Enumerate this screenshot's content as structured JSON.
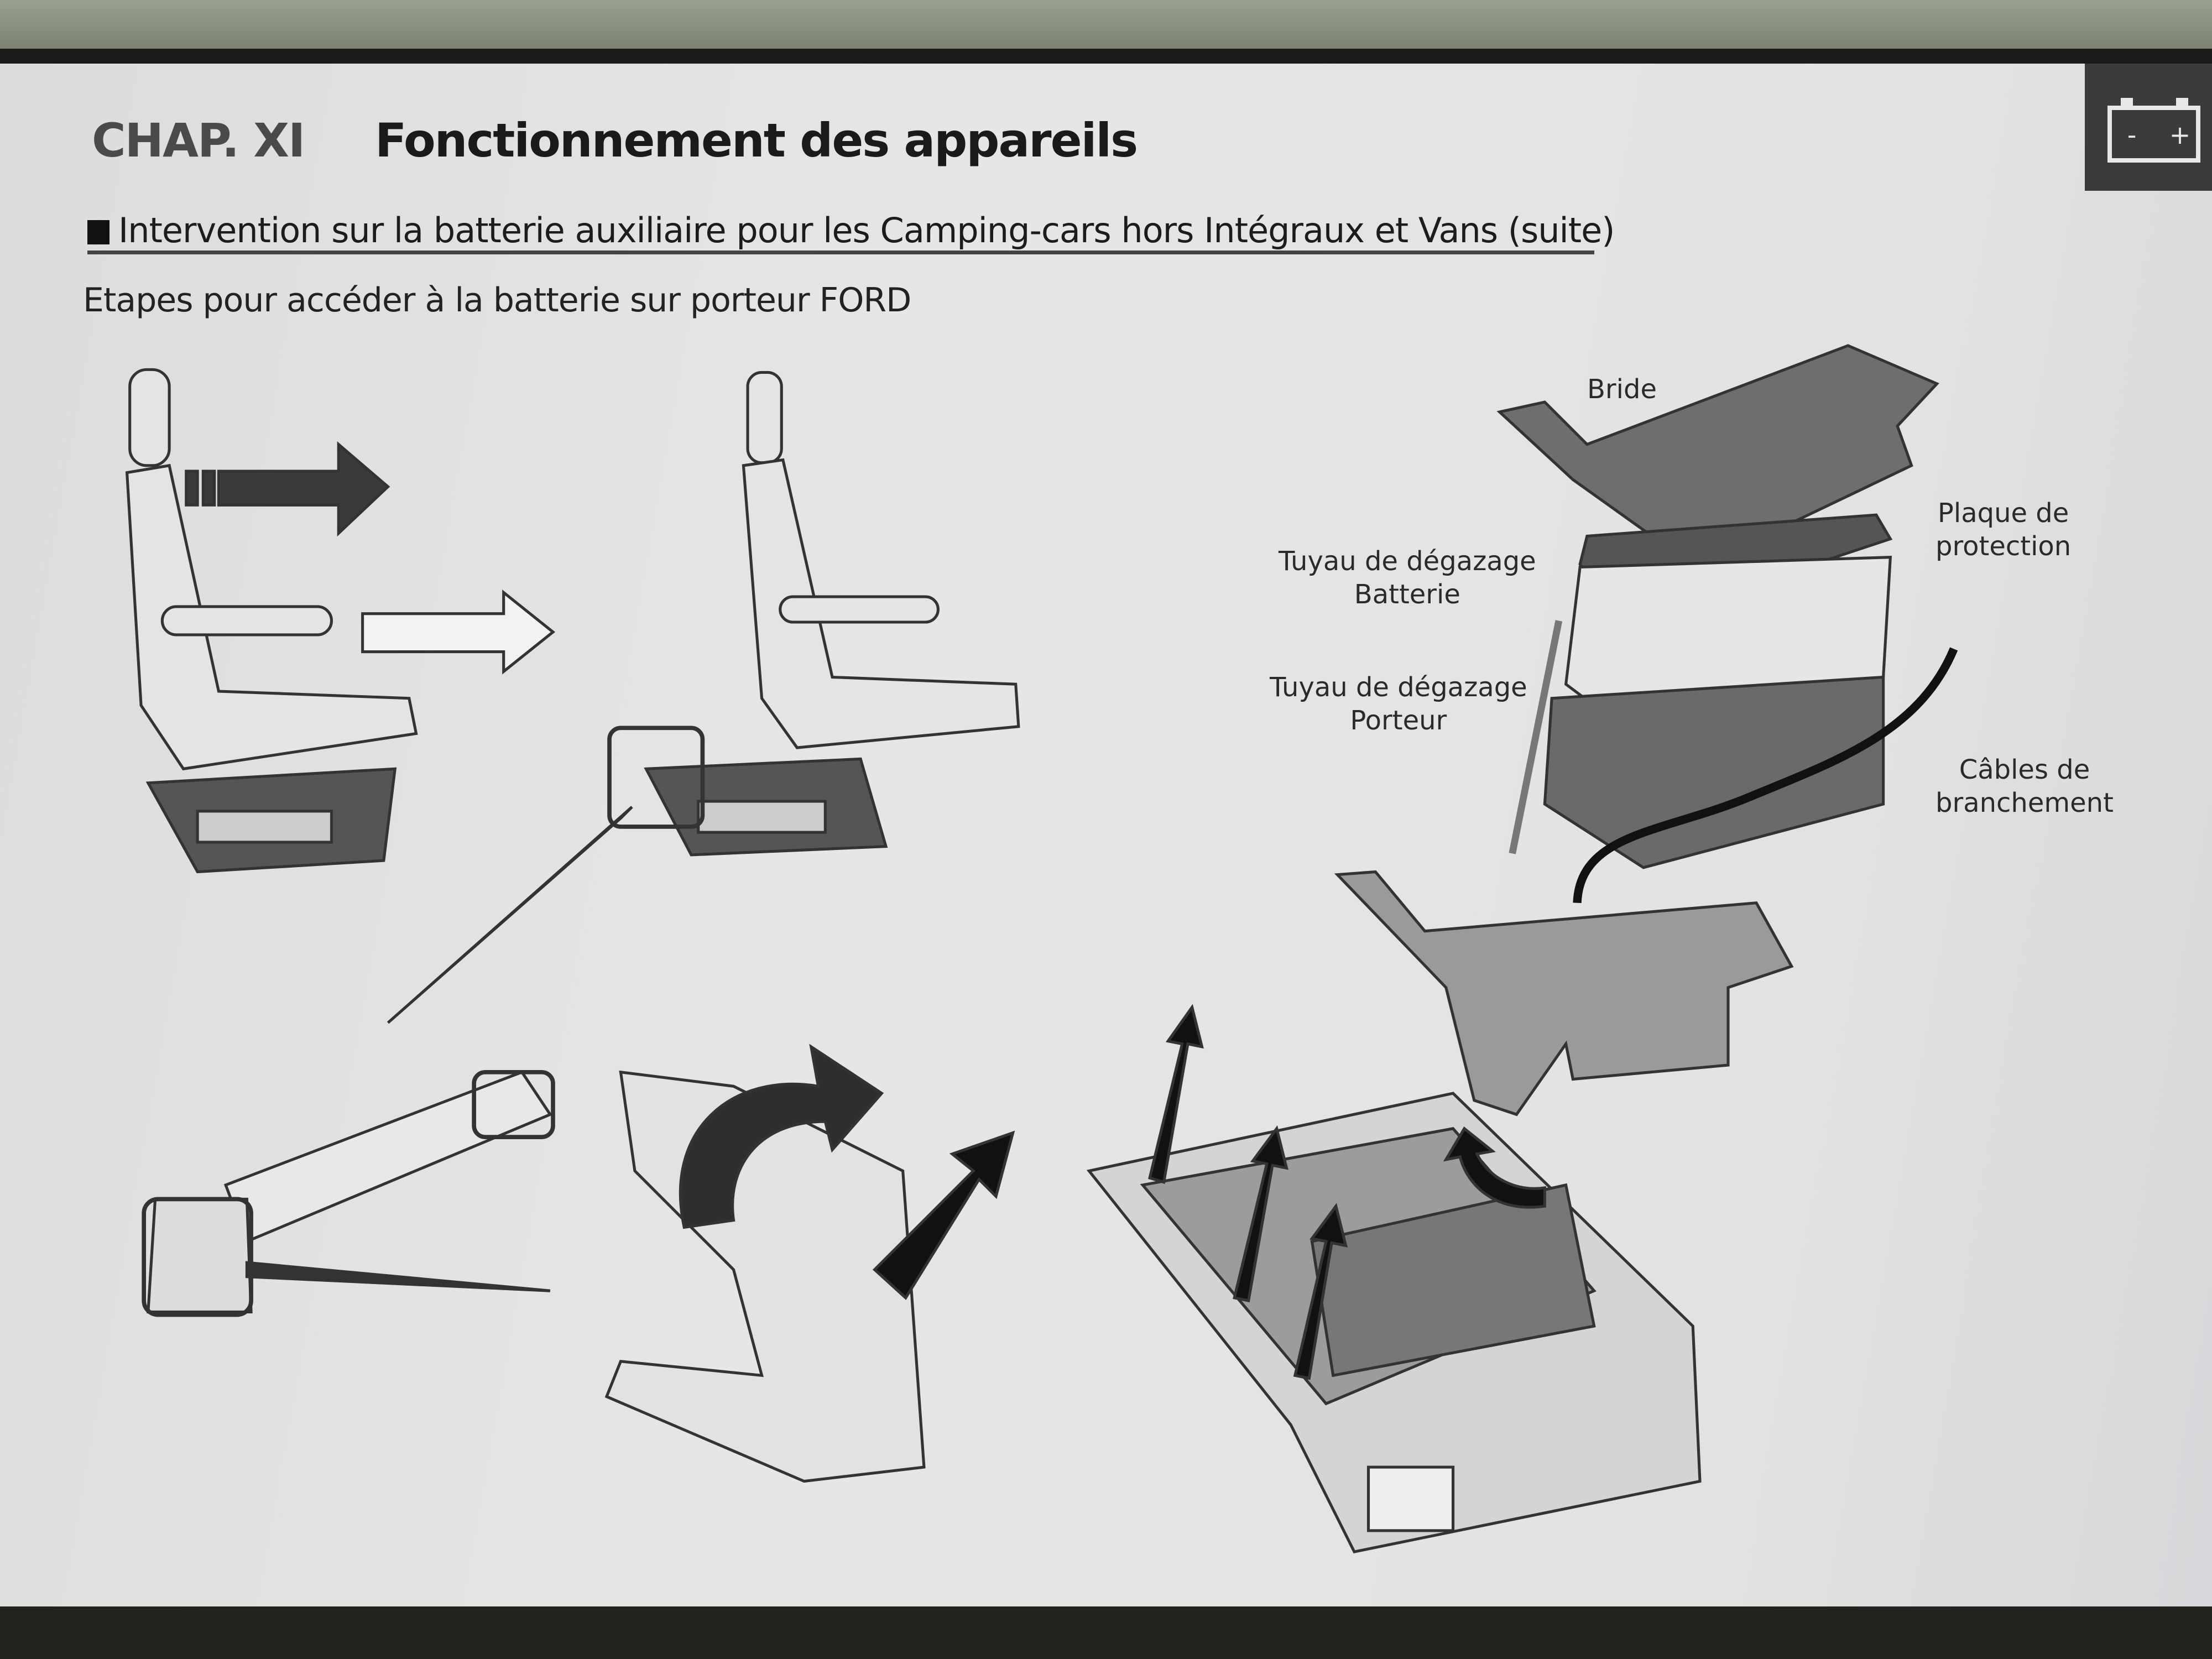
{
  "header": {
    "chapter": "CHAP. XI",
    "title": "Fonctionnement des appareils",
    "battery_icon": "battery-icon",
    "battery_minus": "-",
    "battery_plus": "+"
  },
  "section": {
    "heading": "Intervention sur la batterie auxiliaire pour les Camping-cars hors Intégraux et Vans (suite)",
    "subtitle": "Etapes pour accéder à la batterie sur porteur FORD"
  },
  "diagram": {
    "labels": {
      "bride": "Bride",
      "plaque_line1": "Plaque de",
      "plaque_line2": "protection",
      "tuyau_batterie_line1": "Tuyau de dégazage",
      "tuyau_batterie_line2": "Batterie",
      "tuyau_porteur_line1": "Tuyau de dégazage",
      "tuyau_porteur_line2": "Porteur",
      "cables_line1": "Câbles de",
      "cables_line2": "branchement"
    }
  }
}
